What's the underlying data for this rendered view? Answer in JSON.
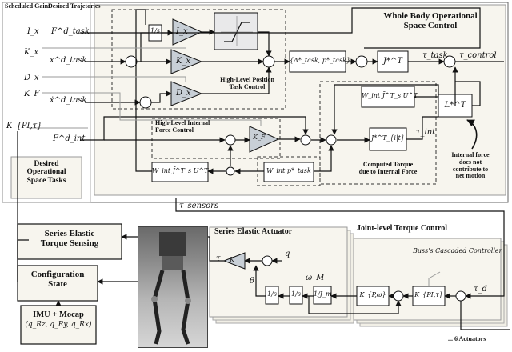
{
  "header": {
    "scheduled_gains": "Scheduled Gains",
    "desired_trajectories": "Desired Trajetories"
  },
  "inputs": {
    "I_x": "I_x",
    "K_x": "K_x",
    "D_x": "D_x",
    "K_F": "K_F",
    "K_PI_tau": "K_{PI,τ}",
    "F_task_d": "F^d_task",
    "x_task_d": "x^d_task",
    "xdot_task_d": "ẋ^d_task",
    "F_int_d": "F^d_int"
  },
  "titles": {
    "wbosc_line1": "Whole Body Operational",
    "wbosc_line2": "Space Control",
    "hl_pos_line1": "High-Level Position",
    "hl_pos_line2": "Task Control",
    "hl_int_line1": "High-Level Internal",
    "hl_int_line2": "Force Control",
    "computed_torque_line1": "Computed Torque",
    "computed_torque_line2": "due to Internal Force",
    "internal_force_lines": [
      "Internal force",
      "does not",
      "contribute to",
      "net motion"
    ],
    "desired_op_line1": "Desired",
    "desired_op_line2": "Operational",
    "desired_op_line3": "Space Tasks",
    "sea_sensing_line1": "Series Elastic",
    "sea_sensing_line2": "Torque Sensing",
    "config_line1": "Configuration",
    "config_line2": "State",
    "imu_line1": "IMU + Mocap",
    "imu_line2": "(q_Rz, q_Ry, q_Rx)",
    "sea_title": "Series Elastic Actuator",
    "joint_torque_title": "Joint-level Torque Control",
    "buss_controller": "Buss's Cascaded Controller",
    "six_actuators": "... 6 Actuators"
  },
  "blocks": {
    "integrator": "1/s",
    "I_x": "I_x",
    "saturation": "",
    "K_x": "K_x",
    "D_x": "D_x",
    "lambda_p": "{Λ*_task, p*_task}",
    "J_star_T": "J*^T",
    "W_int_J_U": "W_int J̄^T_s U^T",
    "L_star_T": "L*^T",
    "K_F": "K_F",
    "J_int": "J*^T_{i|t}",
    "W_int_J_U_low": "W_int J̄^T_s U^T",
    "W_int_p_task": "W_int p*_task",
    "K_sea": "K",
    "one_over_s_a": "1/s",
    "one_over_s_b": "1/s",
    "one_over_Jm": "1/J_m",
    "K_P_omega": "K_{P,ω}",
    "K_PI_tau": "K_{PI,τ}"
  },
  "signals": {
    "tau_task": "τ_task",
    "tau_control": "τ_control",
    "tau_int": "τ_int",
    "tau_sensors": "τ_sensors",
    "tau": "τ",
    "q": "q",
    "theta": "θ",
    "omega_M": "ω_M",
    "tau_d": "τ_d"
  },
  "colors": {
    "line": "#111111",
    "gray_signal": "#9a9a9a",
    "panel_fill": "#f7f5ee",
    "outer_panel_fill": "#f3f1e7",
    "triangle_fill": "#c8cfd6"
  }
}
